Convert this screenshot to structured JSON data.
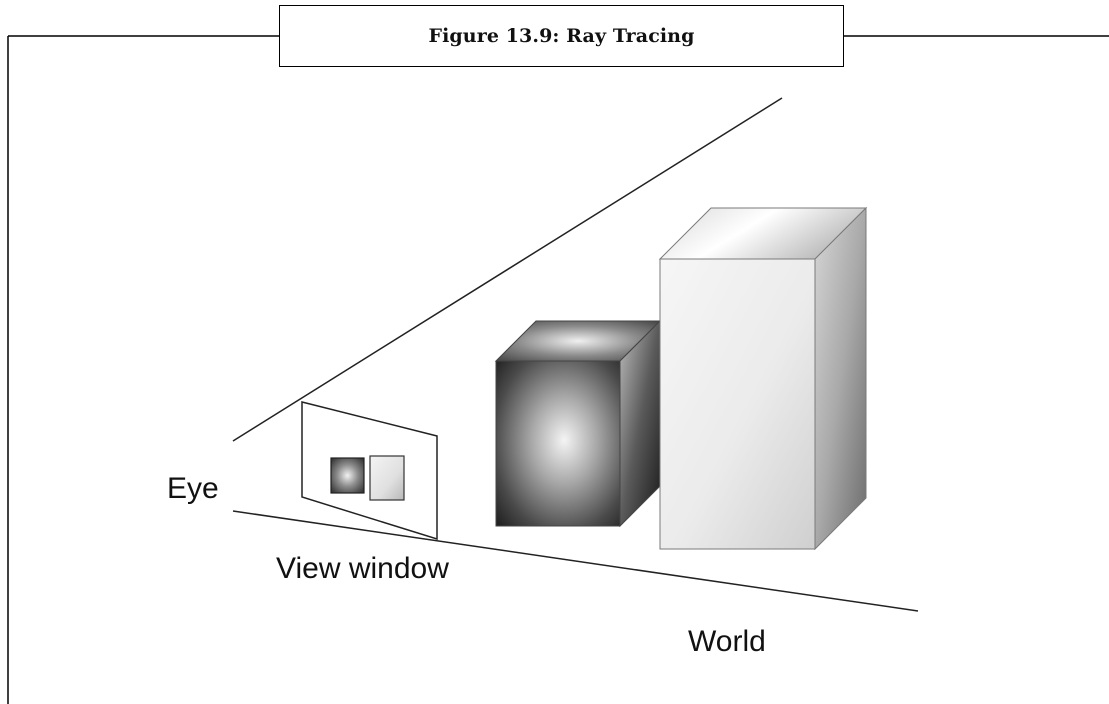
{
  "caption": {
    "text": "Figure 13.9: Ray Tracing"
  },
  "diagram": {
    "labels": {
      "eye": "Eye",
      "view_window": "View window",
      "world": "World"
    },
    "colors": {
      "line": "#1a1a1a",
      "frame": "#000000",
      "dark_cube_mid": "#9a9a9a",
      "dark_cube_edge": "#2a2a2a",
      "light_box": "#e8e8e8",
      "light_box_shade": "#7a7a7a"
    }
  }
}
